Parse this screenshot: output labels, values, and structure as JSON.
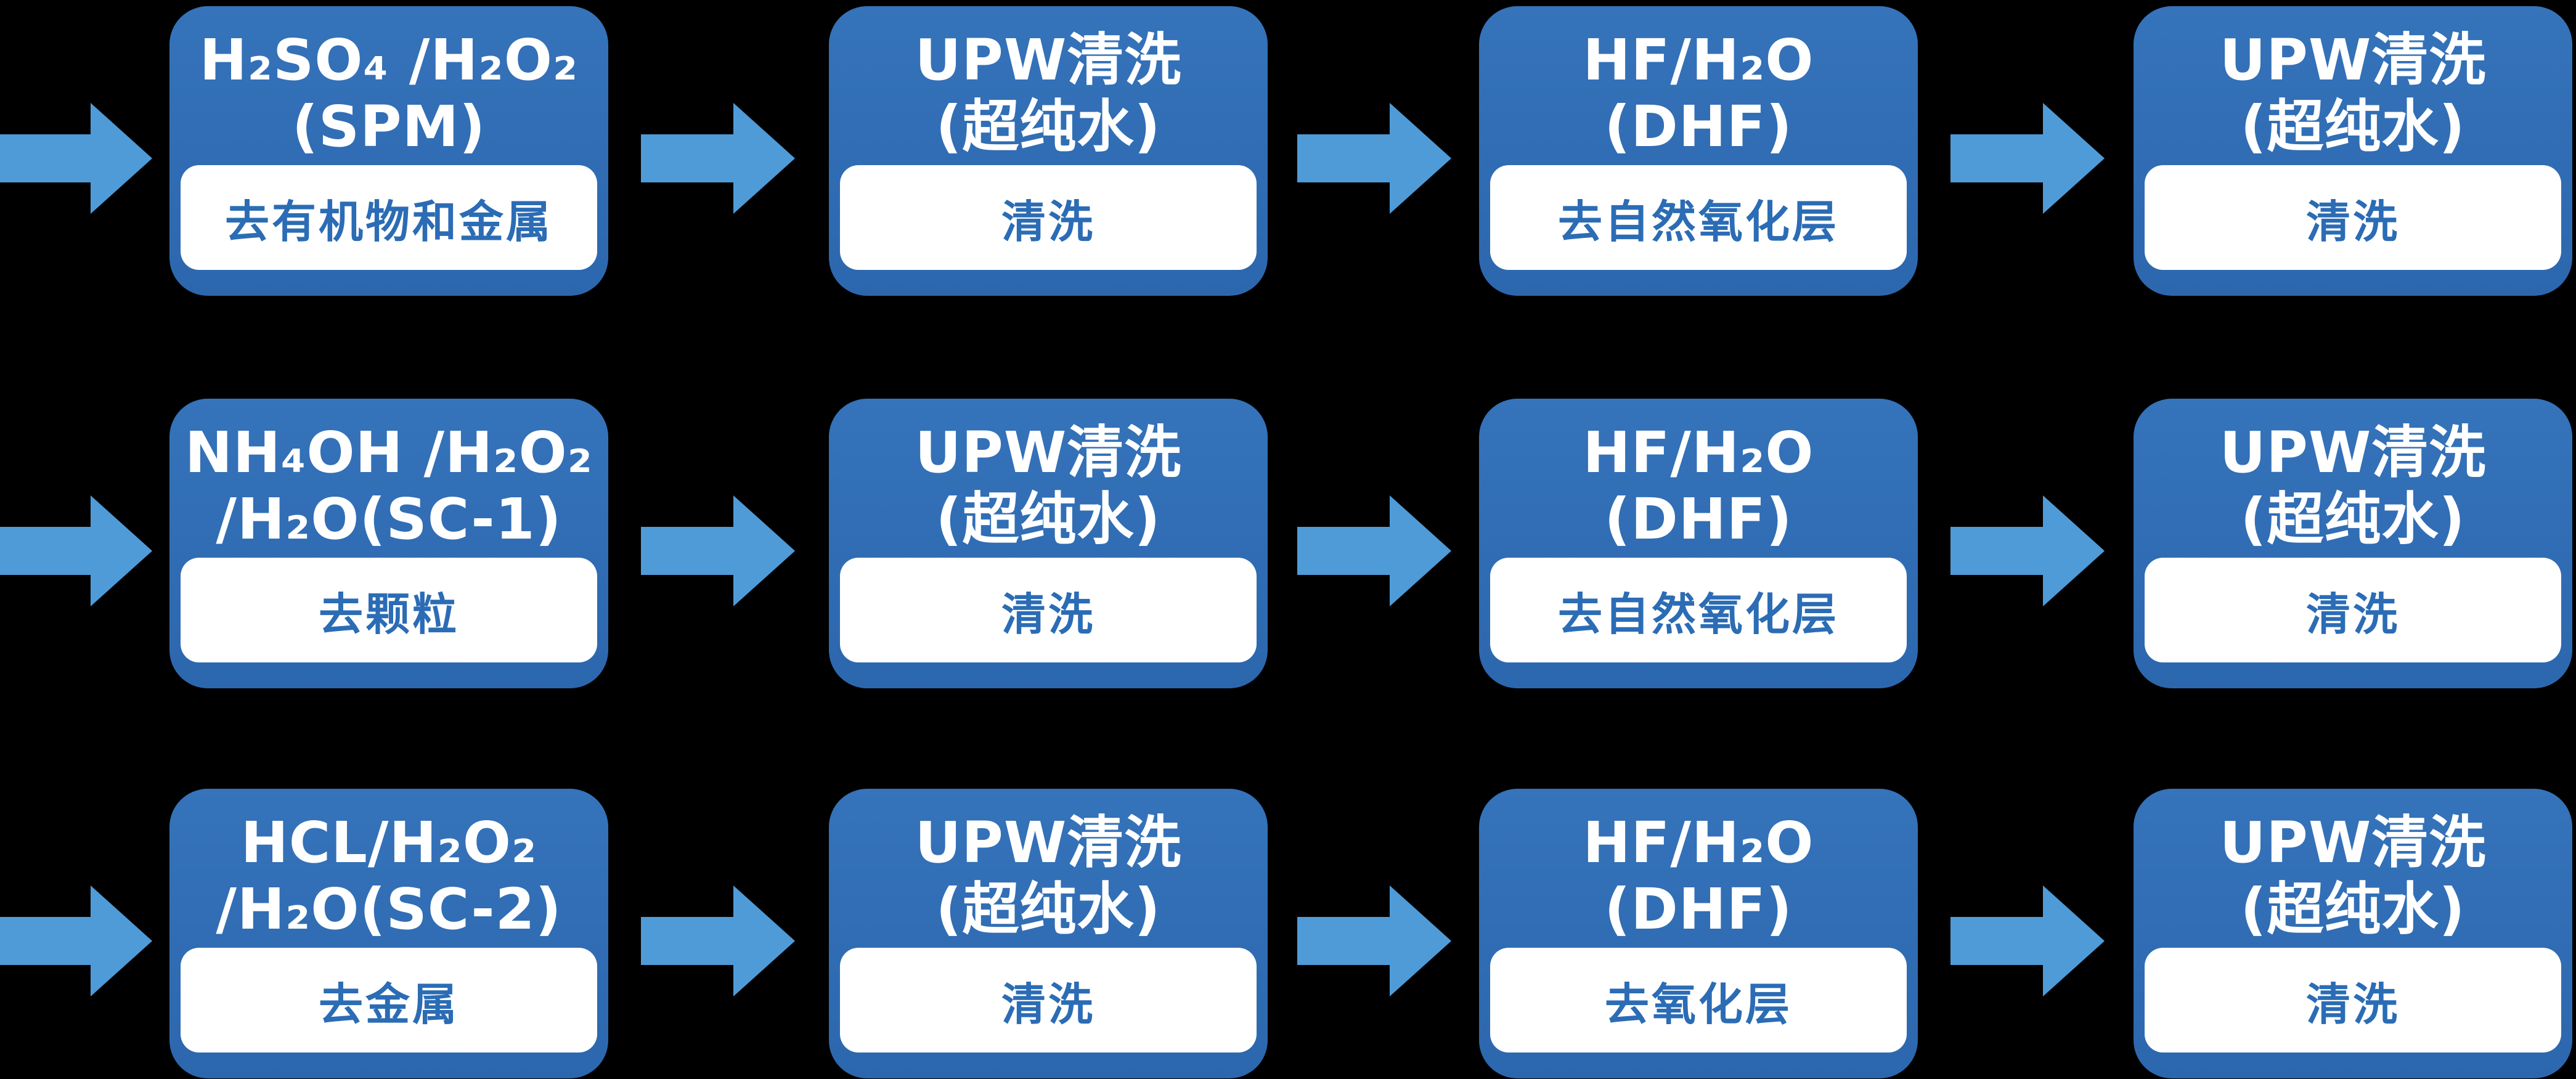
{
  "colors": {
    "bg": "#000000",
    "box_top": "#3573ba",
    "box_bottom": "#2c67ae",
    "arrow": "#4f9bd8",
    "panel": "#ffffff",
    "label": "#2b6cb5"
  },
  "rows": [
    {
      "steps": [
        {
          "line1": "H₂SO₄ /H₂O₂",
          "line2": "(SPM)",
          "label": "去有机物和金属"
        },
        {
          "line1": "UPW清洗",
          "line2": "(超纯水)",
          "label": "清洗"
        },
        {
          "line1": "HF/H₂O",
          "line2": "(DHF)",
          "label": "去自然氧化层"
        },
        {
          "line1": "UPW清洗",
          "line2": "(超纯水)",
          "label": "清洗"
        }
      ]
    },
    {
      "steps": [
        {
          "line1": "NH₄OH /H₂O₂",
          "line2": "/H₂O(SC-1)",
          "label": "去颗粒"
        },
        {
          "line1": "UPW清洗",
          "line2": "(超纯水)",
          "label": "清洗"
        },
        {
          "line1": "HF/H₂O",
          "line2": "(DHF)",
          "label": "去自然氧化层"
        },
        {
          "line1": "UPW清洗",
          "line2": "(超纯水)",
          "label": "清洗"
        }
      ]
    },
    {
      "steps": [
        {
          "line1": "HCL/H₂O₂",
          "line2": "/H₂O(SC-2)",
          "label": "去金属"
        },
        {
          "line1": "UPW清洗",
          "line2": "(超纯水)",
          "label": "清洗"
        },
        {
          "line1": "HF/H₂O",
          "line2": "(DHF)",
          "label": "去氧化层"
        },
        {
          "line1": "UPW清洗",
          "line2": "(超纯水)",
          "label": "清洗"
        }
      ]
    }
  ]
}
